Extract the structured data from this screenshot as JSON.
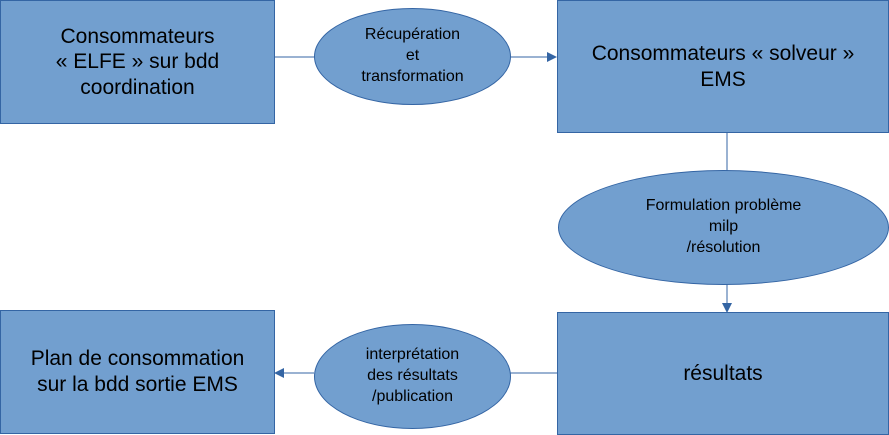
{
  "colors": {
    "fill": "#729fcf",
    "stroke": "#3465a4"
  },
  "nodes": {
    "consumers_elfe": "Consommateurs\n« ELFE » sur bdd\ncoordination",
    "recuperation": "Récupération\net\ntransformation",
    "consumers_solver": "Consommateurs « solveur »\nEMS",
    "formulation": "Formulation problème\nmilp\n/résolution",
    "resultats": "résultats",
    "interpretation": "interprétation\ndes résultats\n/publication",
    "plan": "Plan de consommation\nsur la bdd sortie EMS"
  }
}
